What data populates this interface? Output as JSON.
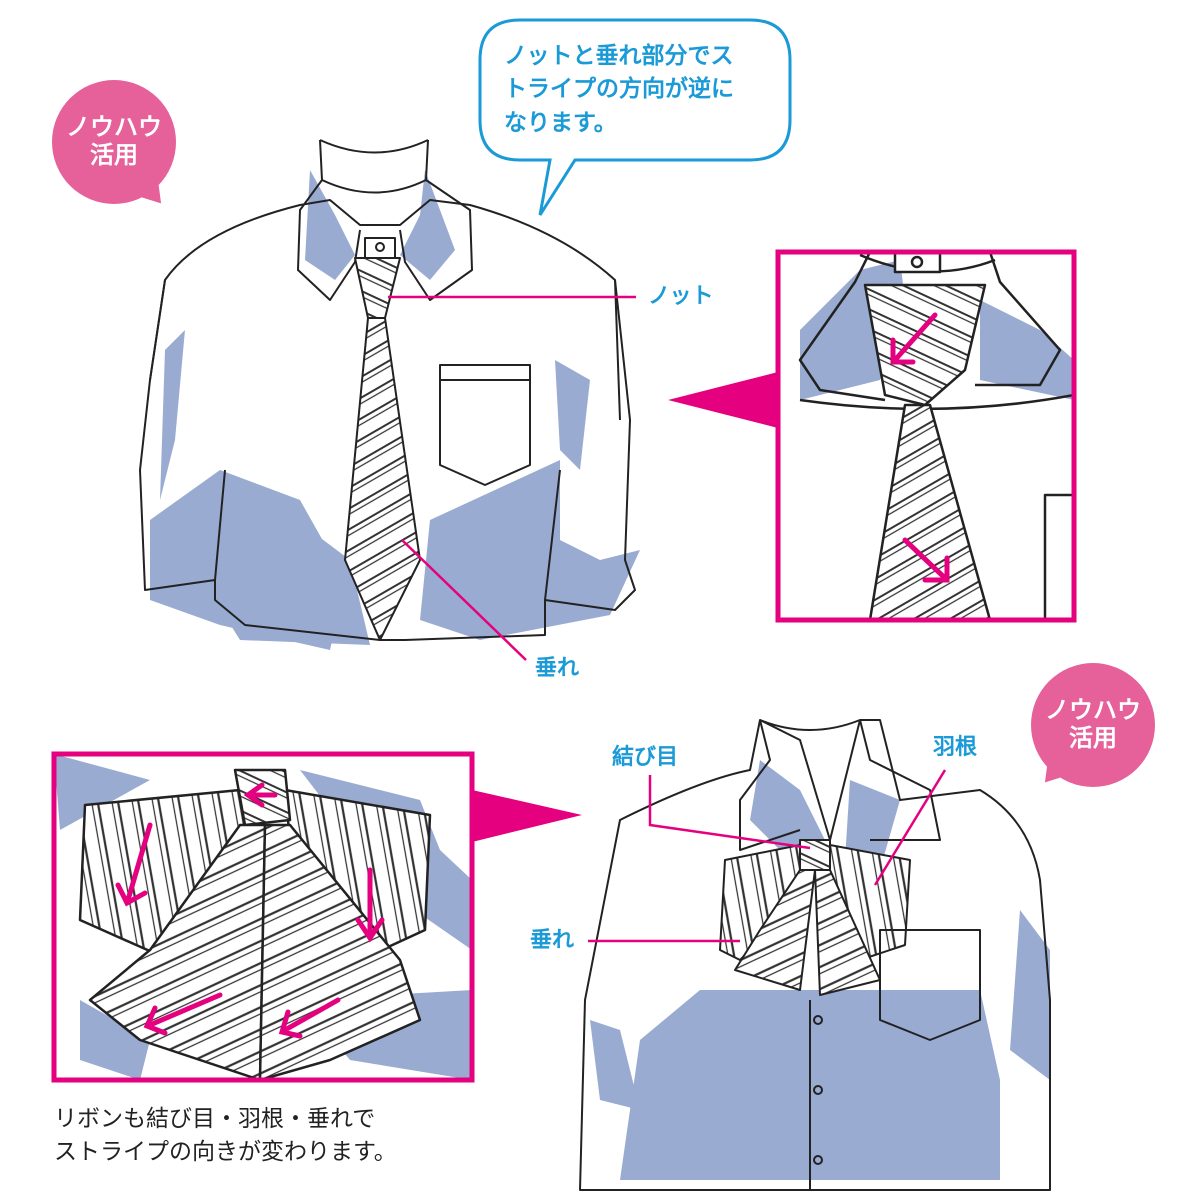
{
  "badge1": {
    "line1": "ノウハウ",
    "line2": "活用"
  },
  "badge2": {
    "line1": "ノウハウ",
    "line2": "活用"
  },
  "bubble": {
    "line1": "ノットと垂れ部分でス",
    "line2": "トライプの方向が逆に",
    "line3": "なります。"
  },
  "tie_labels": {
    "knot": "ノット",
    "blade": "垂れ"
  },
  "ribbon_labels": {
    "knot": "結び目",
    "wing": "羽根",
    "blade": "垂れ"
  },
  "caption": {
    "line1": "リボンも結び目・羽根・垂れで",
    "line2": "ストライプの向きが変わります。"
  },
  "colors": {
    "accent_magenta": "#e5007f",
    "badge_pink": "#e6609a",
    "label_blue": "#1a9ad6",
    "shadow_blue": "#9aabd2",
    "line": "#222222"
  }
}
